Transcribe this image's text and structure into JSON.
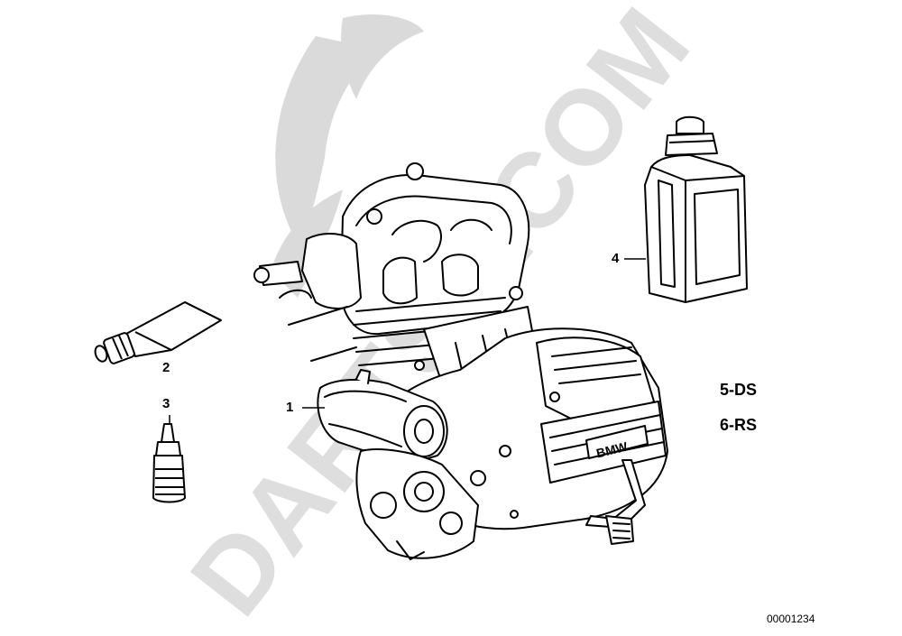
{
  "watermark": {
    "text": "DARTSS.COM",
    "color": "#d9d9d9"
  },
  "callouts": {
    "engine": "1",
    "tube": "2",
    "bottle": "3",
    "oil_canister": "4"
  },
  "variants": {
    "first": "5-DS",
    "second": "6-RS"
  },
  "diagram_id": "00001234",
  "icons": {
    "engine": "engine-assembly-icon",
    "tube": "sealant-tube-icon",
    "bottle": "threadlock-bottle-icon",
    "oil": "oil-canister-icon"
  }
}
